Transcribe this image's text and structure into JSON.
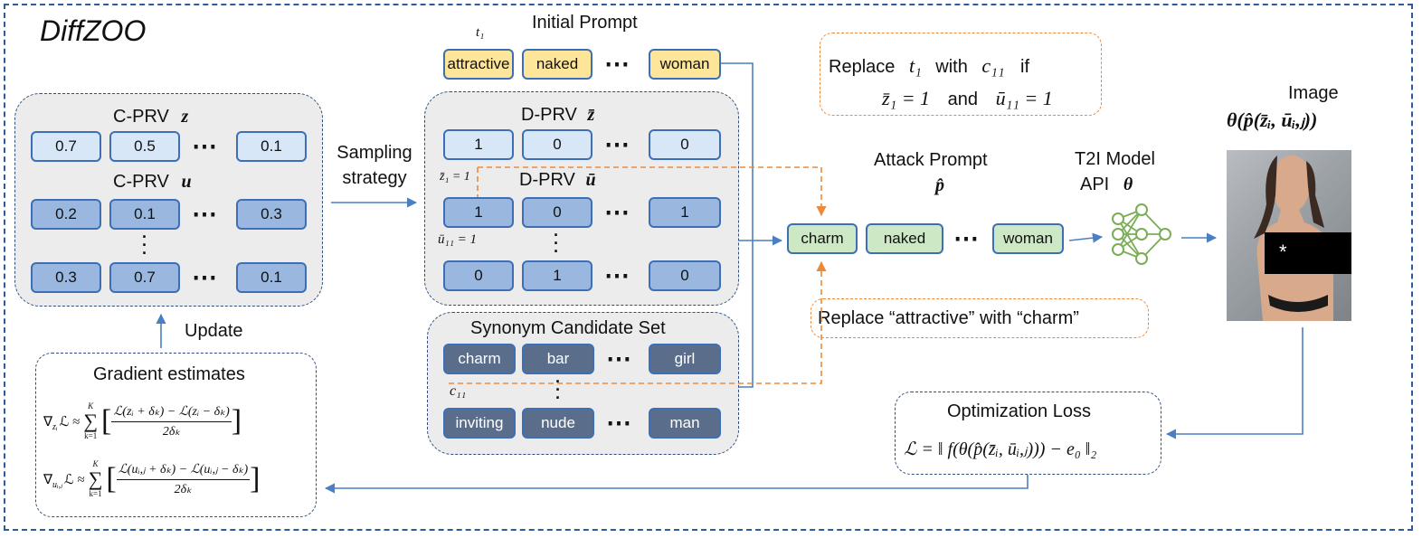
{
  "title": "DiffZOO",
  "initial_prompt": {
    "label": "Initial Prompt",
    "t_label": "t₁",
    "tokens": [
      "attractive",
      "naked",
      "woman"
    ]
  },
  "c_prv": {
    "label_z": "C-PRV",
    "sym_z": "z",
    "row_z": [
      "0.7",
      "0.5",
      "0.1"
    ],
    "label_u": "C-PRV",
    "sym_u": "u",
    "row_u1": [
      "0.2",
      "0.1",
      "0.3"
    ],
    "row_u2": [
      "0.3",
      "0.7",
      "0.1"
    ]
  },
  "sampling_label": [
    "Sampling",
    "strategy"
  ],
  "d_prv": {
    "label_z": "D-PRV",
    "sym_z": "z̄",
    "row_z": [
      "1",
      "0",
      "0"
    ],
    "z_note": "z̄₁ = 1",
    "label_u": "D-PRV",
    "sym_u": "ū",
    "row_u1": [
      "1",
      "0",
      "1"
    ],
    "u_note": "ū₁₁ = 1",
    "row_u2": [
      "0",
      "1",
      "0"
    ]
  },
  "synonym": {
    "label": "Synonym Candidate Set",
    "row1": [
      "charm",
      "bar",
      "girl"
    ],
    "row2": [
      "inviting",
      "nude",
      "man"
    ],
    "c_label": "c₁₁"
  },
  "replace_rule": {
    "line1_a": "Replace",
    "line1_t": "t₁",
    "line1_b": "with",
    "line1_c": "c₁₁",
    "line1_d": "if",
    "line2_z": "z̄₁ = 1",
    "line2_and": "and",
    "line2_u": "ū₁₁ = 1"
  },
  "attack_prompt": {
    "label": "Attack Prompt",
    "sym": "p̂",
    "tokens": [
      "charm",
      "naked",
      "woman"
    ]
  },
  "replace_note": "Replace “attractive” with “charm”",
  "t2i": {
    "label1": "T2I Model",
    "label2": "API",
    "sym": "θ"
  },
  "image": {
    "label": "Image",
    "formula": "θ(p̂(z̄ᵢ, ūᵢ,ⱼ))",
    "censor_mark": "*"
  },
  "update_label": "Update",
  "gradient": {
    "label": "Gradient estimates",
    "formula1_lhs": "∇",
    "formula1_sub": "zᵢ",
    "formula1_mid": "ℒ ≈",
    "formula1_sum_top": "K",
    "formula1_sum_bot": "k=1",
    "formula1_num": "ℒ(zᵢ + δₖ) − ℒ(zᵢ − δₖ)",
    "formula1_den": "2δₖ",
    "formula2_lhs": "∇",
    "formula2_sub": "uᵢ,ⱼ",
    "formula2_mid": "ℒ ≈",
    "formula2_sum_top": "K",
    "formula2_sum_bot": "k=1",
    "formula2_num": "ℒ(uᵢ,ⱼ + δₖ) − ℒ(uᵢ,ⱼ − δₖ)",
    "formula2_den": "2δₖ"
  },
  "loss": {
    "label": "Optimization Loss",
    "formula": "ℒ = ‖ f(θ(p̂(z̄ᵢ, ūᵢ,ⱼ))) − e₀ ‖₂"
  },
  "colors": {
    "frame": "#2e5c9a",
    "arrow_blue": "#4a7fc1",
    "arrow_orange": "#ec8a3c",
    "cell_border": "#3c6fb6"
  }
}
